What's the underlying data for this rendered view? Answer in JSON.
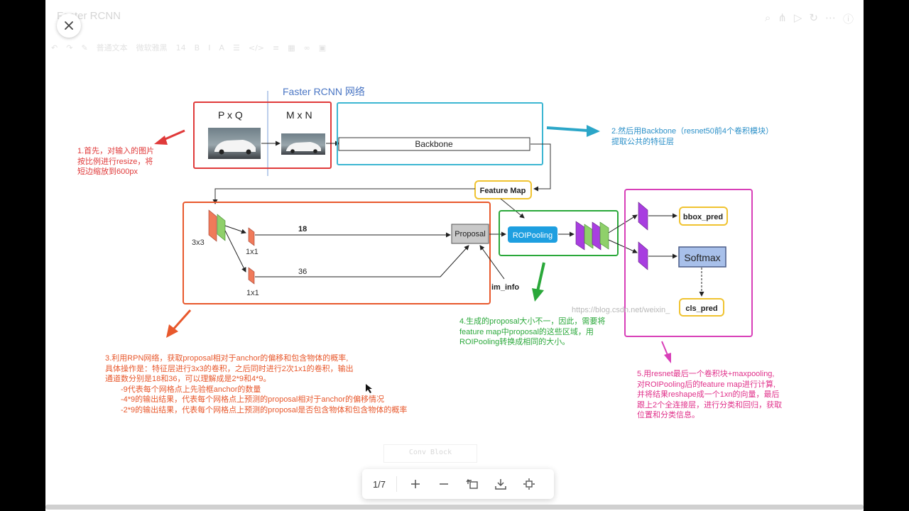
{
  "window": {
    "title": "Faster RCNN"
  },
  "toolbar": {
    "style_label": "普通文本",
    "font_label": "微软雅黑",
    "size_label": "14"
  },
  "diagram": {
    "title": "Faster RCNN 网络",
    "input_label": "P x Q",
    "resized_label": "M x N",
    "backbone_label": "Backbone",
    "feature_map_label": "Feature Map",
    "conv3_label": "3x3",
    "conv1_top_label": "1x1",
    "conv1_bottom_label": "1x1",
    "num_18": "18",
    "num_36": "36",
    "proposal_label": "Proposal",
    "iminfo_label": "im_info",
    "roipool_label": "ROIPooling",
    "bbox_label": "bbox_pred",
    "softmax_label": "Softmax",
    "cls_label": "cls_pred"
  },
  "notes": {
    "step1": [
      "1.首先，对输入的图片",
      "按比例进行resize，将",
      "短边缩放到600px"
    ],
    "step2": [
      "2.然后用Backbone（resnet50前4个卷积模块）",
      "提取公共的特征层"
    ],
    "step3": [
      "3.利用RPN网络，获取proposal相对于anchor的偏移和包含物体的概率,",
      "具体操作是：特征层进行3x3的卷积，之后同时进行2次1x1的卷积，输出",
      "通道数分别是18和36，可以理解成是2*9和4*9。",
      "-9代表每个网格点上先验框anchor的数量",
      "-4*9的输出结果，代表每个网格点上预测的proposal相对于anchor的偏移情况",
      "-2*9的输出结果，代表每个网格点上预测的proposal是否包含物体和包含物体的概率"
    ],
    "step4": [
      "4.生成的proposal大小不一，因此，需要将",
      "feature map中proposal的这些区域，用",
      "ROIPooling转换成相同的大小。"
    ],
    "step5": [
      "5.用resnet最后一个卷积块+maxpooling,",
      "对ROIPooling后的feature map进行计算,",
      "并将结果reshape成一个1xn的向量，最后",
      "跟上2个全连接层，进行分类和回归，获取",
      "位置和分类信息。"
    ]
  },
  "watermark": "https://blog.csdn.net/weixin_",
  "background_label": "Conv Block",
  "pager": {
    "page": "1/7"
  },
  "colors": {
    "red": "#e03a3a",
    "cyan": "#3cb6d2",
    "orange": "#e8582c",
    "green": "#2aa83a",
    "magenta": "#d83fb8",
    "yellow": "#f0c330",
    "title_blue": "#4a76c4"
  },
  "icons": [
    "close-icon",
    "zoom-in-icon",
    "zoom-out-icon",
    "rotate-icon",
    "download-icon",
    "fit-screen-icon"
  ]
}
